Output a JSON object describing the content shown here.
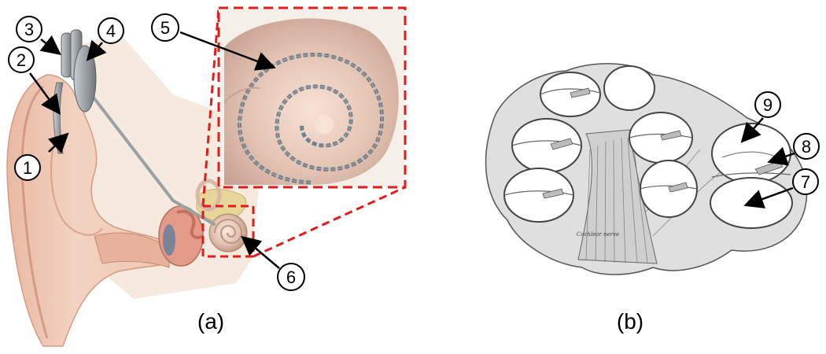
{
  "panels": {
    "a": {
      "caption": "(a)"
    },
    "b": {
      "caption": "(b)",
      "inscription": "Cochlear nerve"
    }
  },
  "callouts": [
    "1",
    "2",
    "3",
    "4",
    "5",
    "6",
    "7",
    "8",
    "9"
  ],
  "colors": {
    "skin": "#f0cdb8",
    "skin_shadow": "#dba58c",
    "device_grey": "#8f9499",
    "cochlea": "#e2c4b4",
    "dash_red": "#e31b1b",
    "engraving": "#555555"
  }
}
